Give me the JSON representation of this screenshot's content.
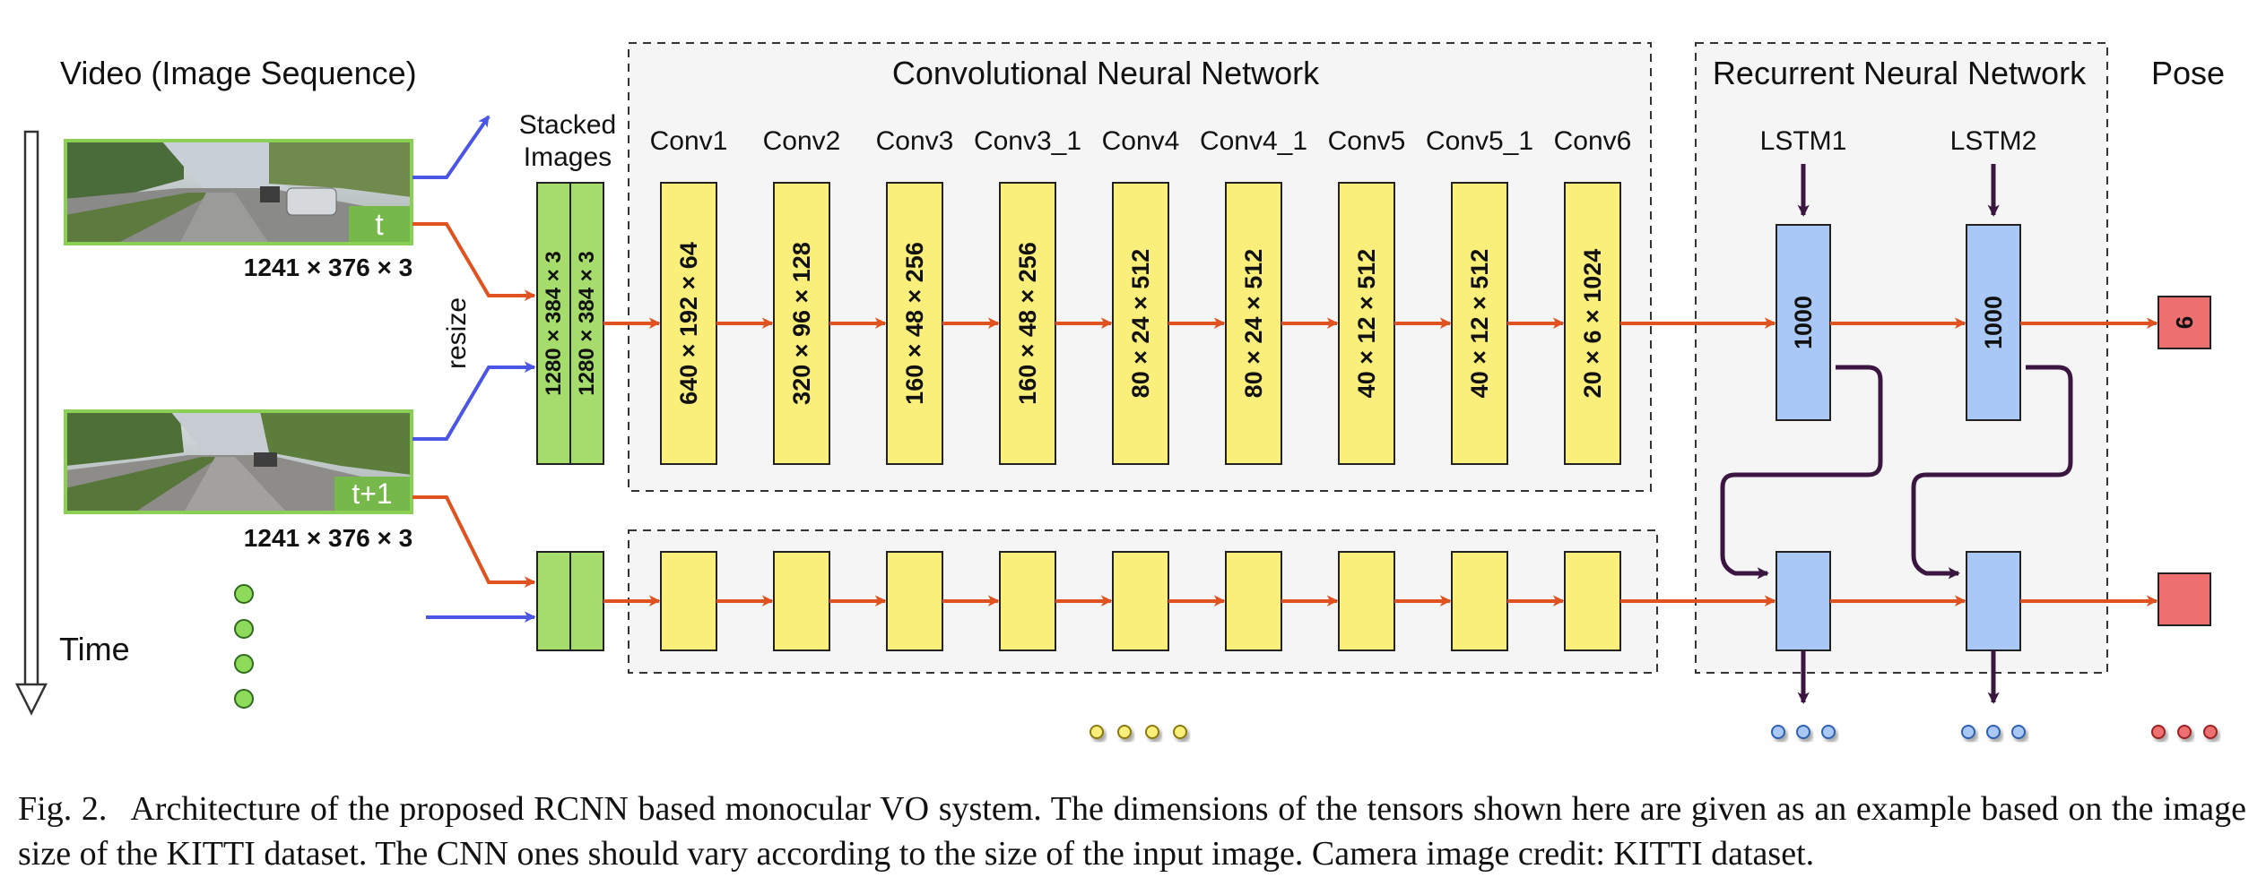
{
  "input": {
    "title": "Video (Image Sequence)",
    "frame_t_label": "t",
    "frame_t1_label": "t+1",
    "frame_size": "1241 × 376 × 3",
    "resize_label": "resize",
    "time_label": "Time"
  },
  "stacked": {
    "title_line1": "Stacked",
    "title_line2": "Images",
    "dims": [
      "1280 × 384 × 3",
      "1280 × 384 × 3"
    ]
  },
  "cnn": {
    "title": "Convolutional Neural Network",
    "layers": [
      {
        "name": "Conv1",
        "dims": "640 × 192 × 64"
      },
      {
        "name": "Conv2",
        "dims": "320 × 96 × 128"
      },
      {
        "name": "Conv3",
        "dims": "160 × 48 × 256"
      },
      {
        "name": "Conv3_1",
        "dims": "160 × 48 × 256"
      },
      {
        "name": "Conv4",
        "dims": "80 × 24 × 512"
      },
      {
        "name": "Conv4_1",
        "dims": "80 × 24 × 512"
      },
      {
        "name": "Conv5",
        "dims": "40 × 12 × 512"
      },
      {
        "name": "Conv5_1",
        "dims": "40 × 12 × 512"
      },
      {
        "name": "Conv6",
        "dims": "20 × 6 × 1024"
      }
    ]
  },
  "rnn": {
    "title": "Recurrent Neural Network",
    "layers": [
      {
        "name": "LSTM1",
        "dims": "1000"
      },
      {
        "name": "LSTM2",
        "dims": "1000"
      }
    ]
  },
  "pose": {
    "title": "Pose",
    "dims": "6"
  },
  "caption": {
    "prefix": "Fig. 2.",
    "text": "Architecture of the proposed RCNN based monocular VO system. The dimensions of the tensors shown here are given as an example based on the image size of the KITTI dataset. The CNN ones should vary according to the size of the input image. Camera image credit: KITTI dataset."
  },
  "colors": {
    "conv": "#fbef7b",
    "lstm": "#a9c8f5",
    "pose": "#ee6f6f",
    "stacked": "#a5dc6c",
    "flow_arrow": "#e0521f",
    "input_arrow": "#4b55e6",
    "recurrent_arrow": "#3a1640",
    "panel": "#f5f5f5"
  }
}
